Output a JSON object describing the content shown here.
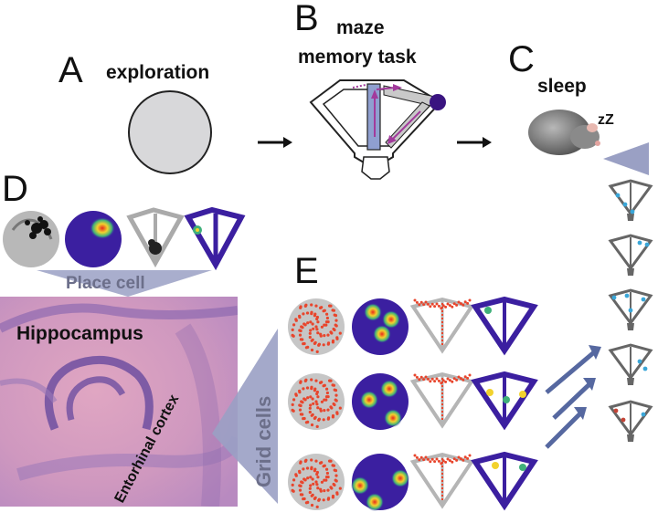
{
  "panels": {
    "A": {
      "letter": "A",
      "caption": "exploration"
    },
    "B": {
      "letter": "B",
      "caption_line1": "maze",
      "caption_line2": "memory task"
    },
    "C": {
      "letter": "C",
      "caption": "sleep",
      "zz": "zZ"
    },
    "D": {
      "letter": "D",
      "place_cell_label": "Place cell",
      "hippocampus_label": "Hippocampus",
      "entorhinal_label": "Entorhinal cortex"
    },
    "E": {
      "letter": "E",
      "grid_cells_label": "Grid cells"
    }
  },
  "colors": {
    "arena_fill": "#d8d8da",
    "maze_arm": "#8f9fd0",
    "goal_dot": "#3a1480",
    "route_arrow": "#a23a9c",
    "ratemap_bg": "#3b1fa0",
    "ratemap_hot": "#e23222",
    "ratemap_warm": "#f0e030",
    "ratemap_mid": "#3fb07a",
    "spike_red": "#e8452c",
    "trail_gray": "#a9a9a9",
    "tissue_pink": "#d8a8c8",
    "tissue_purple": "#7e5aa8",
    "funnel": "#8e94b5",
    "replay_blue": "#3aa6d8",
    "replay_red": "#c44436",
    "arrow_blue": "#5668a0"
  },
  "icons": {
    "sleeping_rat": "sleeping-rat-icon",
    "flow_arrow": "right-arrow-icon",
    "replay_arrow": "diagonal-arrow-icon"
  }
}
